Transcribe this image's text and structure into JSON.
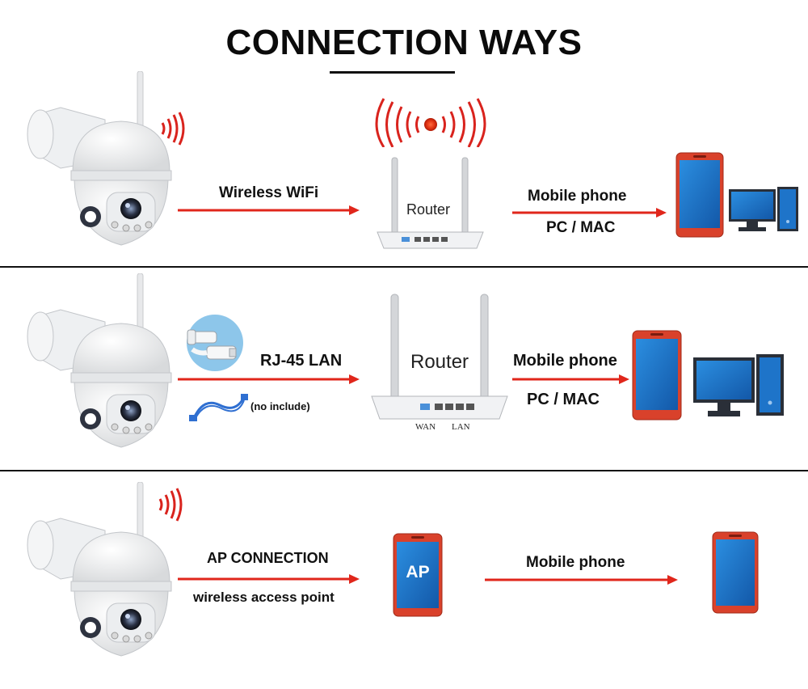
{
  "title": "CONNECTION WAYS",
  "row1": {
    "link_label": "Wireless WiFi",
    "router_label": "Router",
    "dest_line1": "Mobile phone",
    "dest_line2": "PC / MAC"
  },
  "row2": {
    "link_label": "RJ-45 LAN",
    "cable_note": "(no include)",
    "router_label": "Router",
    "router_port_wan": "WAN",
    "router_port_lan": "LAN",
    "dest_line1": "Mobile phone",
    "dest_line2": "PC / MAC"
  },
  "row3": {
    "link_line1": "AP CONNECTION",
    "link_line2": "wireless access point",
    "phone_label": "AP",
    "dest_line1": "Mobile phone"
  },
  "colors": {
    "arrow": "#e0261b",
    "phone_frame": "#d9412b",
    "screen": "#1e74c9",
    "signal": "#d9231d"
  }
}
